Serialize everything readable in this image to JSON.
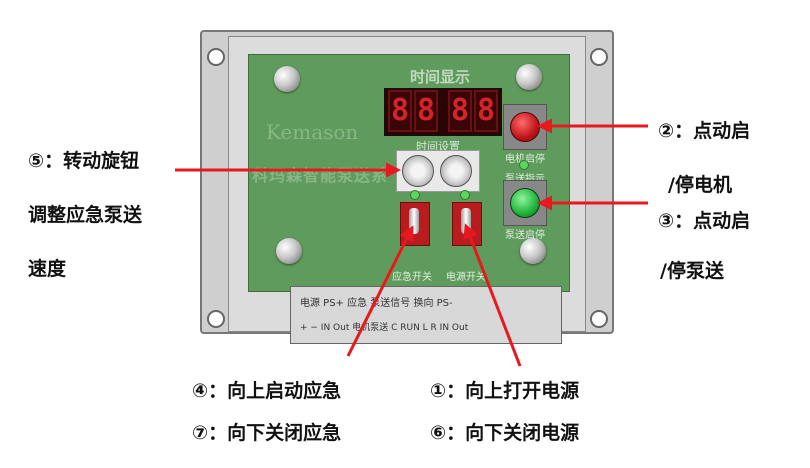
{
  "callouts": {
    "c5_line1": "⑤：转动旋钮",
    "c5_line2": "调整应急泵送",
    "c5_line3": "速度",
    "c2_line1": "②：点动启",
    "c2_line2": "/停电机",
    "c3_line1": "③：点动启",
    "c3_line2": "/停泵送",
    "c4": "④：向上启动应急",
    "c7": "⑦：向下关闭应急",
    "c1": "①：向上打开电源",
    "c6": "⑥：向下关闭电源"
  },
  "board": {
    "brand": "Kemason",
    "brand_cn": "科玛森智能泵送系",
    "time_display": "时间显示",
    "time_setting": "时间设置",
    "digits_left": "88",
    "digits_right": "88",
    "motor_start_stop": "电机启停",
    "pump_indicator": "泵送指示",
    "pump_start_stop": "泵送启停",
    "emergency_switch": "应急开关",
    "power_switch": "电源开关",
    "terminal_labels": "电源    PS+  应急  泵送信号 换向   PS-",
    "terminal_sublabels": "+   −   IN Out 电机泵送 C  RUN  L   R   IN  Out"
  },
  "colors": {
    "pcb": "#5f9b5c",
    "arrow": "#e8191e",
    "red_button": "#c01419",
    "green_button": "#21b23a"
  }
}
